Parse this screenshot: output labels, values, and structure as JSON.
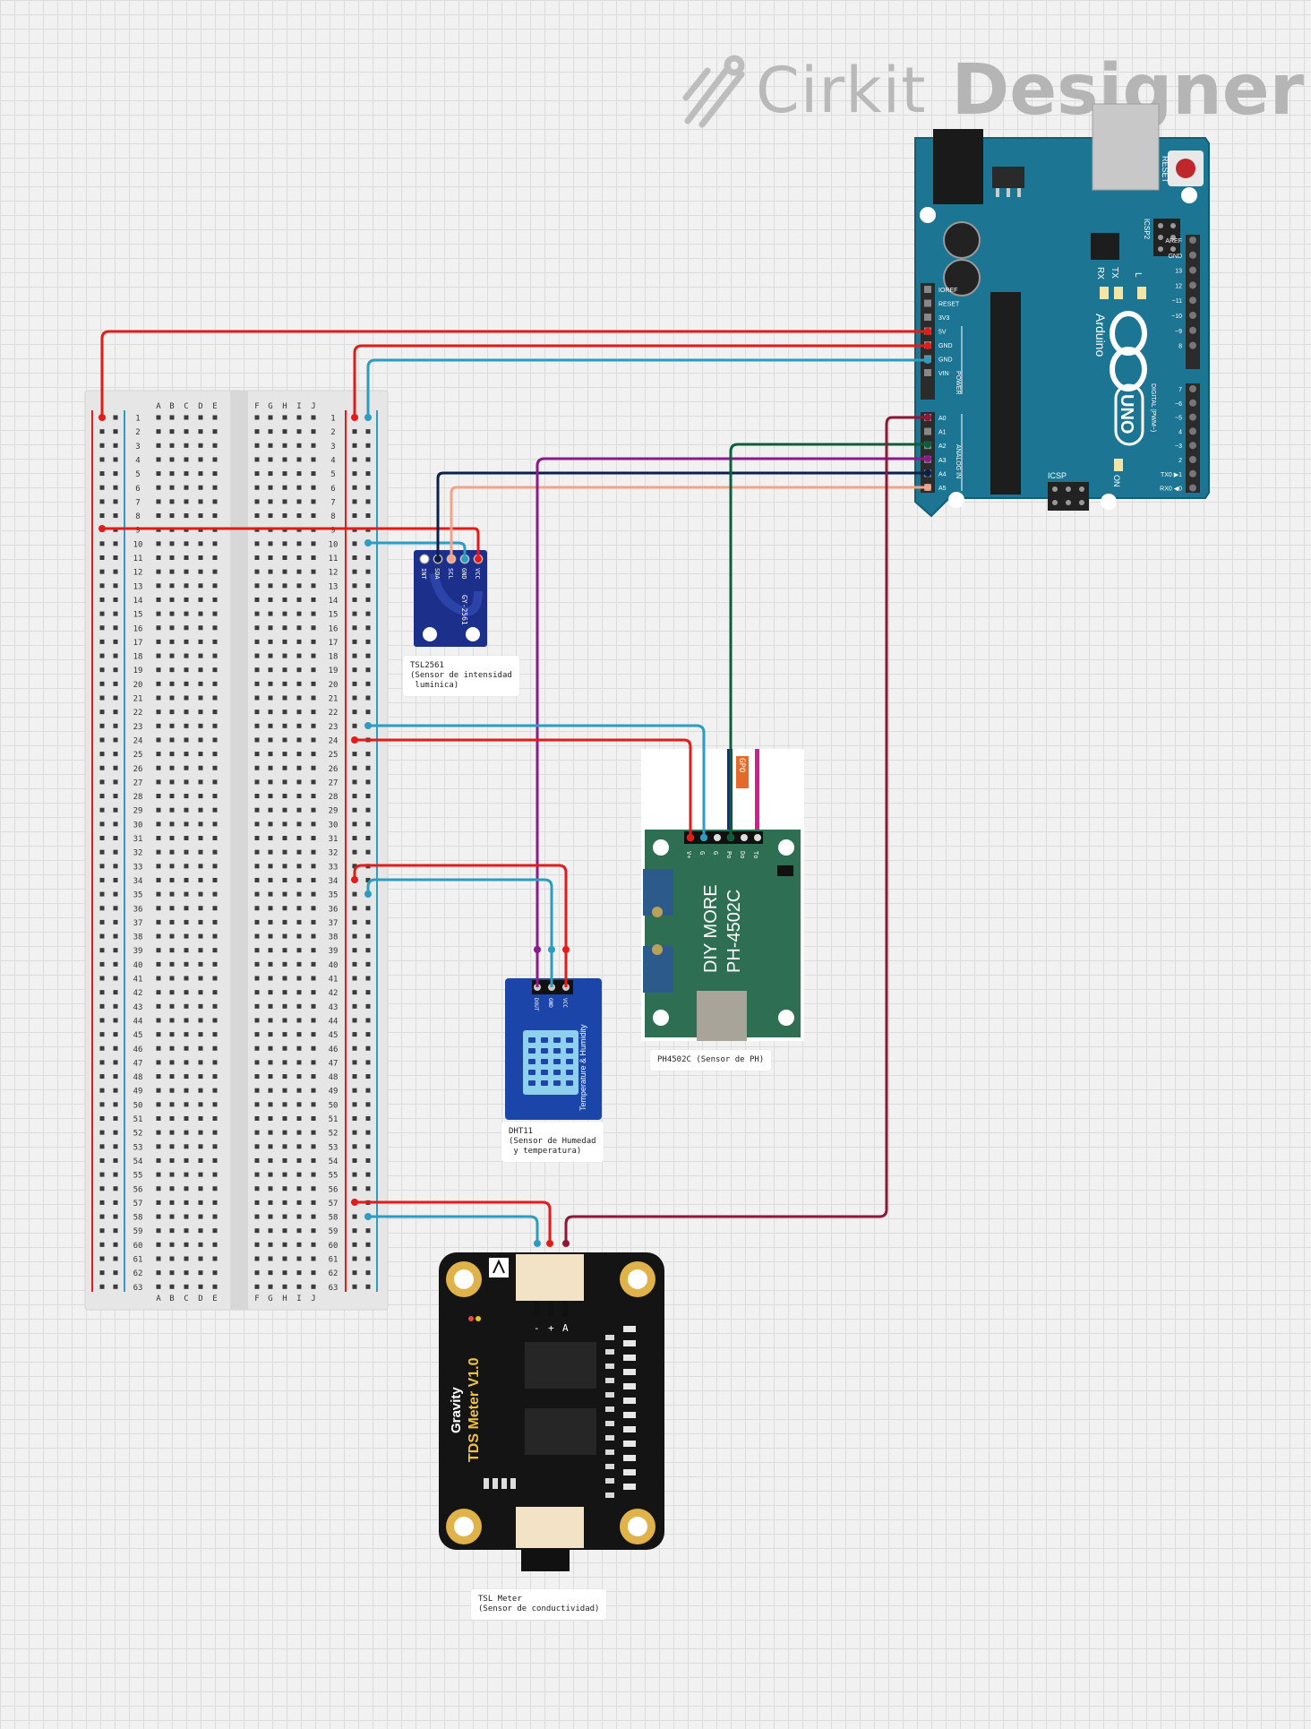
{
  "brand": {
    "name_part1": "Cirkit",
    "name_part2": "Designer"
  },
  "breadboard": {
    "columns_left": [
      "A",
      "B",
      "C",
      "D",
      "E"
    ],
    "columns_right": [
      "F",
      "G",
      "H",
      "I",
      "J"
    ],
    "row_count": 63
  },
  "arduino": {
    "logo_text": "Arduino",
    "model": "UNO",
    "reset_label": "RESET",
    "icsp2_label": "ICSP2",
    "icsp_label": "ICSP",
    "on_label": "ON",
    "tx_label": "TX",
    "rx_label": "RX",
    "l_label": "L",
    "power_header_label": "POWER",
    "analog_header_label": "ANALOG IN",
    "digital_header_label": "DIGITAL (PWM~)",
    "power_pins": [
      "IOREF",
      "RESET",
      "3V3",
      "5V",
      "GND",
      "GND",
      "VIN"
    ],
    "analog_pins": [
      "A0",
      "A1",
      "A2",
      "A3",
      "A4",
      "A5"
    ],
    "digital_top_pins": [
      "AREF",
      "GND",
      "13",
      "12",
      "~11",
      "~10",
      "~9",
      "8"
    ],
    "digital_bottom_pins": [
      "7",
      "~6",
      "~5",
      "4",
      "~3",
      "2",
      "TX0 ▶1",
      "RX0 ◀0"
    ]
  },
  "tsl2561": {
    "board_text": "GY-2561",
    "pins": [
      "INT",
      "SDA",
      "SCL",
      "GND",
      "VCC"
    ],
    "caption": "TSL2561\n(Sensor de intensidad\n luminica)"
  },
  "ph_module": {
    "board_text_line1": "DIY MORE",
    "board_text_line2": "PH-4502C",
    "pins": [
      "V+",
      "G",
      "G",
      "Po",
      "Do",
      "To"
    ],
    "probe_label": "GPO",
    "caption": "PH4502C (Sensor de PH)"
  },
  "dht11": {
    "pins": [
      "DOUT",
      "GND",
      "VCC"
    ],
    "side_text": "Temperature & Humidity",
    "caption": "DHT11\n(Sensor de Humedad\n y temperatura)"
  },
  "tds": {
    "brand": "Gravity",
    "title": "TDS Meter V1.0",
    "pin_marks": [
      "-",
      "+",
      "A"
    ],
    "caption": "TSL Meter\n(Sensor de conductividad)"
  },
  "colors": {
    "red": "#e41b1b",
    "teal": "#2e9cc1",
    "navy": "#0c1e4a",
    "salmon": "#f4a38a",
    "purple": "#8b1a8a",
    "green": "#0b5e3b",
    "maroon": "#8c1738",
    "arduino_blue": "#1b7593",
    "tds_black": "#141414",
    "ph_green": "#2e6e52",
    "dht_blue": "#1b45a8",
    "tsl_blue": "#1c2f8a"
  }
}
